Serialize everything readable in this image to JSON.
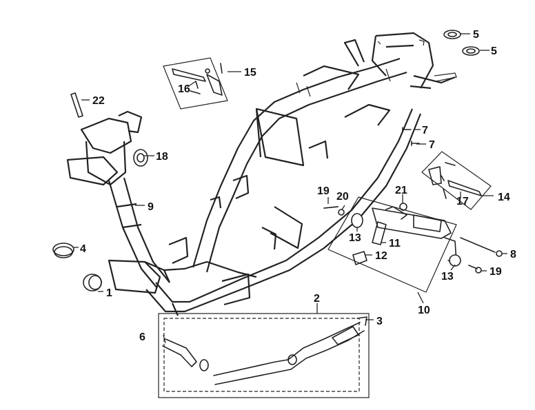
{
  "labels": {
    "p1": "1",
    "p2": "2",
    "p3": "3",
    "p4": "4",
    "p5a": "5",
    "p5b": "5",
    "p6": "6",
    "p7a": "7",
    "p7b": "7",
    "p8": "8",
    "p9": "9",
    "p10": "10",
    "p11": "11",
    "p12": "12",
    "p13a": "13",
    "p13b": "13",
    "p14": "14",
    "p15": "15",
    "p16": "16",
    "p17": "17",
    "p18": "18",
    "p19a": "19",
    "p19b": "19",
    "p20": "20",
    "p21": "21",
    "p22": "22"
  }
}
